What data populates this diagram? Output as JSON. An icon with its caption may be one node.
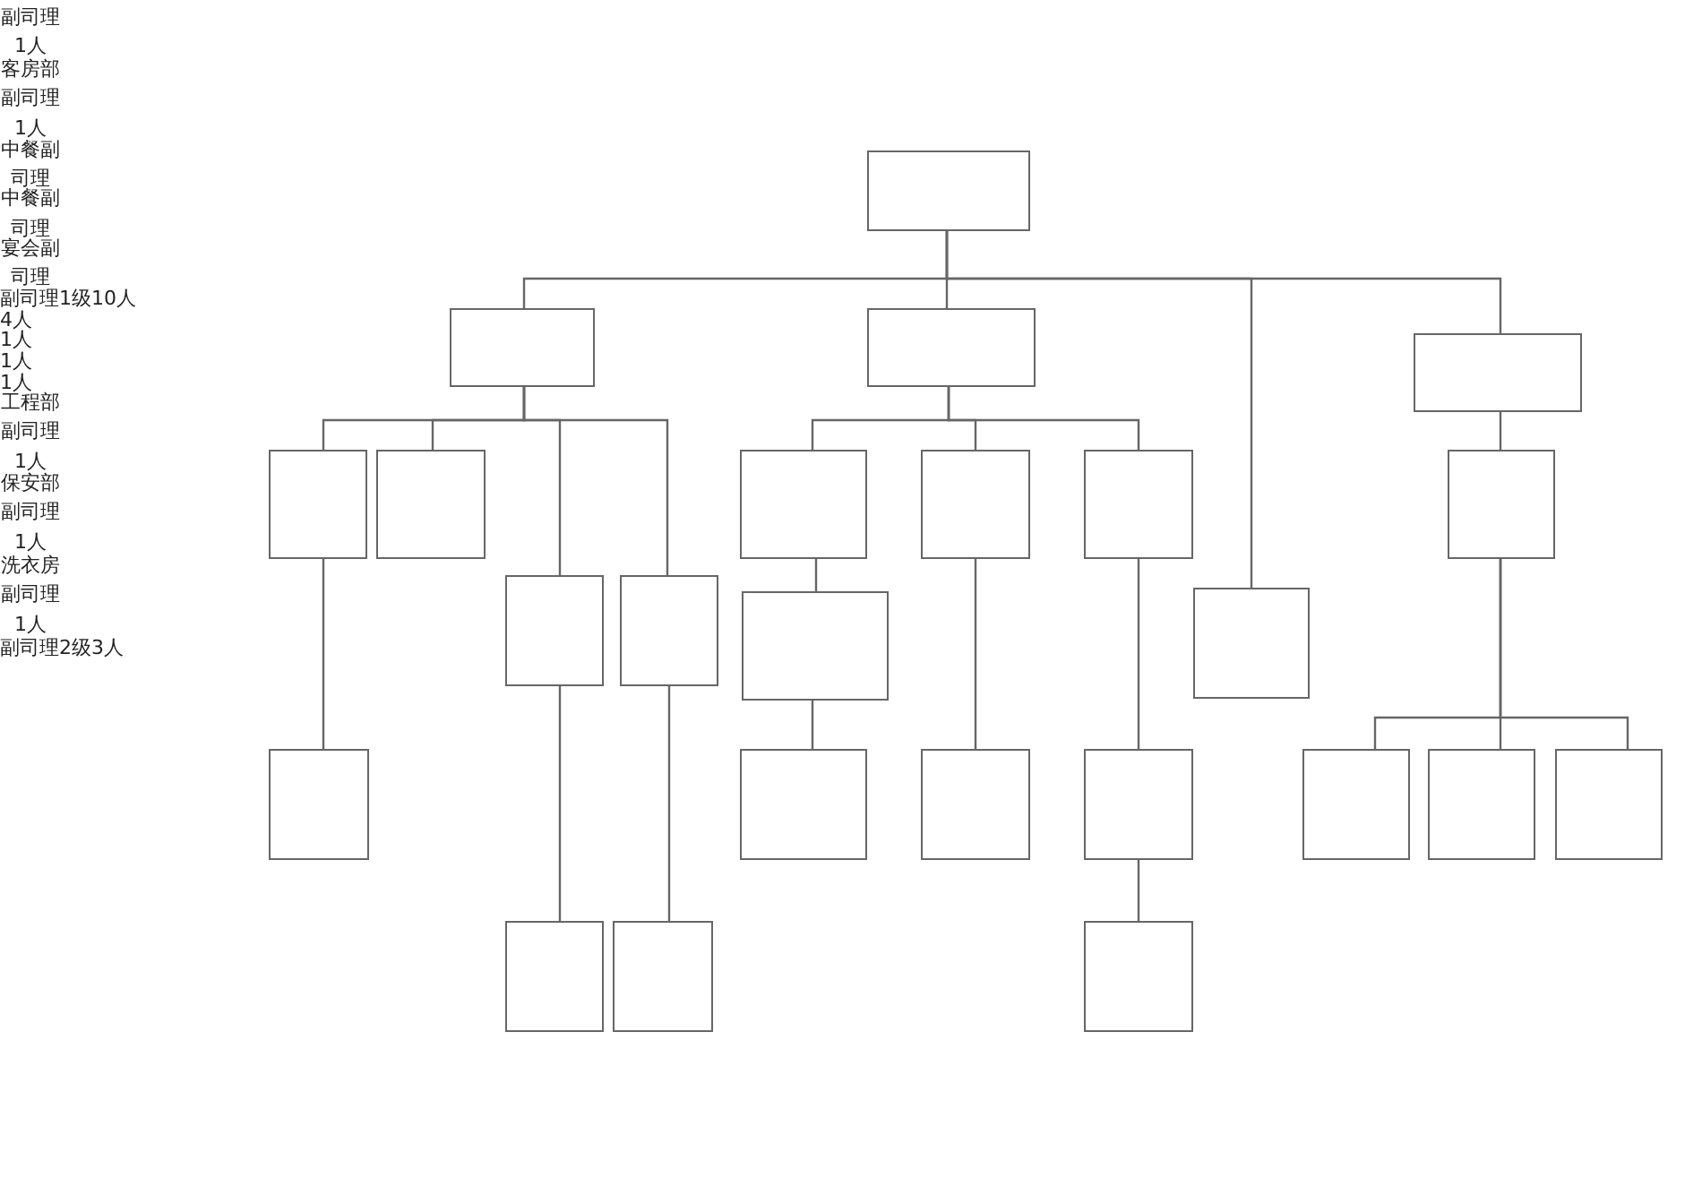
{
  "diagram": {
    "nodes": [
      {
        "text": [],
        "shape": "box"
      },
      {
        "text": [],
        "shape": "box"
      },
      {
        "text": [],
        "shape": "box"
      },
      {
        "text": [],
        "shape": "box"
      },
      {
        "text": [],
        "shape": "box"
      },
      {
        "text": [],
        "shape": "box"
      },
      {
        "text": [],
        "shape": "box"
      },
      {
        "text": [],
        "shape": "box"
      },
      {
        "text": [],
        "shape": "box"
      },
      {
        "text": [],
        "shape": "box"
      },
      {
        "text": [],
        "shape": "box"
      },
      {
        "text": [],
        "shape": "box"
      },
      {
        "text": [],
        "shape": "box"
      },
      {
        "text": [],
        "shape": "box"
      },
      {
        "text": [],
        "shape": "box"
      },
      {
        "text": [],
        "shape": "box"
      },
      {
        "text": [],
        "shape": "box"
      },
      {
        "text": [],
        "shape": "box"
      },
      {
        "text": [],
        "shape": "box"
      },
      {
        "text": [],
        "shape": "box"
      },
      {
        "text": [],
        "shape": "box"
      },
      {
        "text": [],
        "shape": "box"
      },
      {
        "text": [],
        "shape": "box"
      },
      {
        "text": [],
        "shape": "box"
      }
    ],
    "edges": [
      {
        "from": 0,
        "to": 1,
        "arrow": "none"
      },
      {
        "from": 0,
        "to": 2,
        "arrow": "none"
      },
      {
        "from": 0,
        "to": 13,
        "arrow": "none"
      },
      {
        "from": 0,
        "to": 3,
        "arrow": "none"
      },
      {
        "from": 1,
        "to": 4,
        "arrow": "none"
      },
      {
        "from": 1,
        "to": 5,
        "arrow": "none"
      },
      {
        "from": 1,
        "to": 10,
        "arrow": "none"
      },
      {
        "from": 1,
        "to": 11,
        "arrow": "none"
      },
      {
        "from": 2,
        "to": 6,
        "arrow": "none"
      },
      {
        "from": 2,
        "to": 7,
        "arrow": "none"
      },
      {
        "from": 2,
        "to": 8,
        "arrow": "none"
      },
      {
        "from": 3,
        "to": 9,
        "arrow": "none"
      },
      {
        "from": 4,
        "to": 14,
        "arrow": "none"
      },
      {
        "from": 6,
        "to": 12,
        "arrow": "none"
      },
      {
        "from": 7,
        "to": 16,
        "arrow": "none"
      },
      {
        "from": 8,
        "to": 17,
        "arrow": "none"
      },
      {
        "from": 9,
        "to": 18,
        "arrow": "none"
      },
      {
        "from": 9,
        "to": 19,
        "arrow": "none"
      },
      {
        "from": 9,
        "to": 20,
        "arrow": "none"
      },
      {
        "from": 10,
        "to": 21,
        "arrow": "none"
      },
      {
        "from": 11,
        "to": 22,
        "arrow": "none"
      },
      {
        "from": 12,
        "to": 15,
        "arrow": "none"
      },
      {
        "from": 17,
        "to": 23,
        "arrow": "none"
      }
    ],
    "labels": [
      "副司理1人",
      "客房部副司理1人",
      "中餐副司理",
      "中餐副司理",
      "宴会副司理",
      "副司理1级10人",
      "4人",
      "1人",
      "1人",
      "1人",
      "工程部副司理1人",
      "保安部副司理1人",
      "洗衣房副司理1人",
      "副司理2级3人"
    ]
  }
}
